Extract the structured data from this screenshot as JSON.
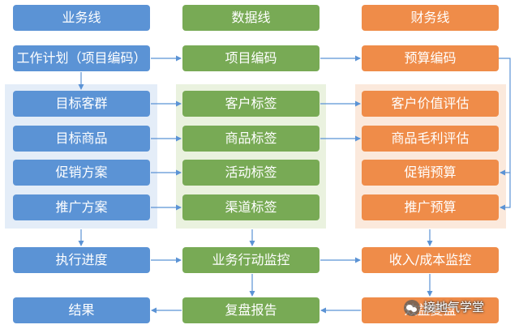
{
  "columns": {
    "business": {
      "header": "业务线",
      "plan": "工作计划（项目编码）",
      "items": [
        "目标客群",
        "目标商品",
        "促销方案",
        "推广方案"
      ],
      "progress": "执行进度",
      "result": "结果"
    },
    "data": {
      "header": "数据线",
      "plan": "项目编码",
      "items": [
        "客户标签",
        "商品标签",
        "活动标签",
        "渠道标签"
      ],
      "progress": "业务行动监控",
      "result": "复盘报告"
    },
    "finance": {
      "header": "财务线",
      "plan": "预算编码",
      "items": [
        "客户价值评估",
        "商品毛利评估",
        "促销预算",
        "推广预算"
      ],
      "progress": "收入/成本监控",
      "result": "效益复盘"
    }
  },
  "watermark": "接地气学堂",
  "colors": {
    "blue": "#5b93d5",
    "green": "#78aa55",
    "orange": "#ef8c49",
    "arrow": "#5b93d5"
  }
}
